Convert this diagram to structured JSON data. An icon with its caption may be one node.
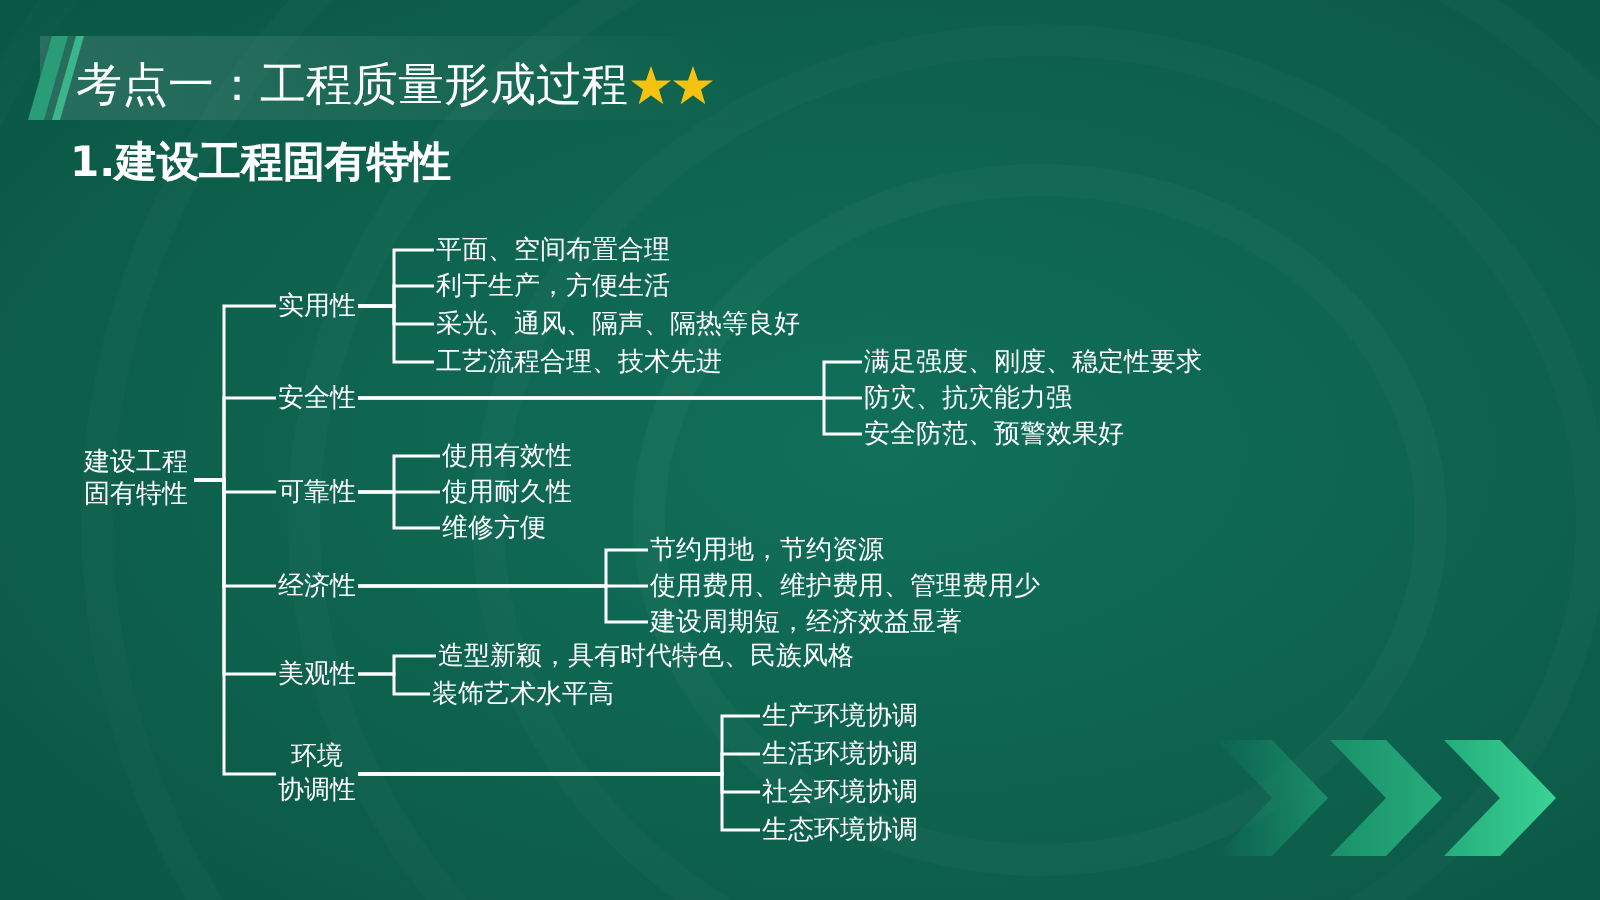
{
  "diagram": {
    "title": "考点一：工程质量形成过程",
    "nodes": [
      {
        "text": [
          "建设工程固有特性"
        ]
      },
      {
        "text": [
          "实用性"
        ]
      },
      {
        "text": [
          "平面、空间布置合理"
        ]
      },
      {
        "text": [
          "利于生产，方便生活"
        ]
      },
      {
        "text": [
          "采光、通风、隔声、隔热等良好"
        ]
      },
      {
        "text": [
          "工艺流程合理、技术先进"
        ]
      },
      {
        "text": [
          "安全性"
        ]
      },
      {
        "text": [
          "满足强度、刚度、稳定性要求"
        ]
      },
      {
        "text": [
          "防灾、抗灾能力强"
        ]
      },
      {
        "text": [
          "安全防范、预警效果好"
        ]
      },
      {
        "text": [
          "可靠性"
        ]
      },
      {
        "text": [
          "使用有效性"
        ]
      },
      {
        "text": [
          "使用耐久性"
        ]
      },
      {
        "text": [
          "维修方便"
        ]
      },
      {
        "text": [
          "经济性"
        ]
      },
      {
        "text": [
          "节约用地，节约资源"
        ]
      },
      {
        "text": [
          "使用费用、维护费用、管理费用少"
        ]
      },
      {
        "text": [
          "建设周期短，经济效益显著"
        ]
      },
      {
        "text": [
          "美观性"
        ]
      },
      {
        "text": [
          "造型新颖，具有时代特色、民族风格"
        ]
      },
      {
        "text": [
          "装饰艺术水平高"
        ]
      },
      {
        "text": [
          "环境协调性"
        ]
      },
      {
        "text": [
          "生产环境协调"
        ]
      },
      {
        "text": [
          "生活环境协调"
        ]
      },
      {
        "text": [
          "社会环境协调"
        ]
      },
      {
        "text": [
          "生态环境协调"
        ]
      }
    ],
    "edges": [
      {
        "from": 0,
        "to": 1,
        "arrow": "none"
      },
      {
        "from": 0,
        "to": 6,
        "arrow": "none"
      },
      {
        "from": 0,
        "to": 10,
        "arrow": "none"
      },
      {
        "from": 0,
        "to": 14,
        "arrow": "none"
      },
      {
        "from": 0,
        "to": 18,
        "arrow": "none"
      },
      {
        "from": 0,
        "to": 21,
        "arrow": "none"
      },
      {
        "from": 1,
        "to": 2,
        "arrow": "none"
      },
      {
        "from": 1,
        "to": 3,
        "arrow": "none"
      },
      {
        "from": 1,
        "to": 4,
        "arrow": "none"
      },
      {
        "from": 1,
        "to": 5,
        "arrow": "none"
      },
      {
        "from": 6,
        "to": 7,
        "arrow": "none"
      },
      {
        "from": 6,
        "to": 8,
        "arrow": "none"
      },
      {
        "from": 6,
        "to": 9,
        "arrow": "none"
      },
      {
        "from": 10,
        "to": 11,
        "arrow": "none"
      },
      {
        "from": 10,
        "to": 12,
        "arrow": "none"
      },
      {
        "from": 10,
        "to": 13,
        "arrow": "none"
      },
      {
        "from": 14,
        "to": 15,
        "arrow": "none"
      },
      {
        "from": 14,
        "to": 16,
        "arrow": "none"
      },
      {
        "from": 14,
        "to": 17,
        "arrow": "none"
      },
      {
        "from": 18,
        "to": 19,
        "arrow": "none"
      },
      {
        "from": 18,
        "to": 20,
        "arrow": "none"
      },
      {
        "from": 21,
        "to": 22,
        "arrow": "none"
      },
      {
        "from": 21,
        "to": 23,
        "arrow": "none"
      },
      {
        "from": 21,
        "to": 24,
        "arrow": "none"
      },
      {
        "from": 21,
        "to": 25,
        "arrow": "none"
      }
    ],
    "labels": [
      "1.建设工程固有特性"
    ]
  }
}
